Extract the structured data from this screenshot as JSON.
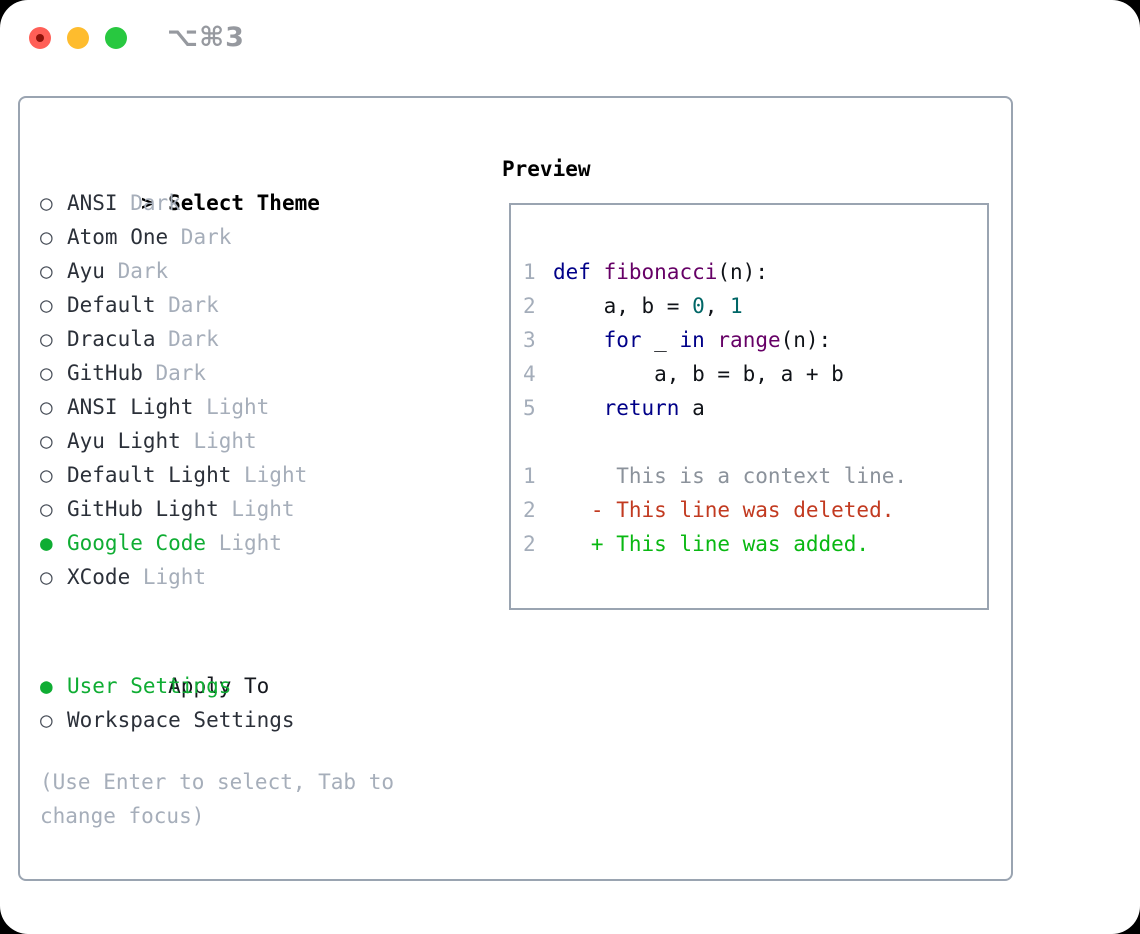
{
  "titlebar": {
    "shortcut": "⌥⌘3",
    "buttons": [
      {
        "name": "close",
        "color": "#ff5f57"
      },
      {
        "name": "minimize",
        "color": "#febc2e"
      },
      {
        "name": "zoom",
        "color": "#28c840"
      }
    ]
  },
  "markers": {
    "selected": "●",
    "unselected": "○",
    "cursor": ">"
  },
  "theme_list": {
    "header": "Select Theme",
    "items": [
      {
        "name": "ANSI",
        "variant": "Dark",
        "selected": false
      },
      {
        "name": "Atom One",
        "variant": "Dark",
        "selected": false
      },
      {
        "name": "Ayu",
        "variant": "Dark",
        "selected": false
      },
      {
        "name": "Default",
        "variant": "Dark",
        "selected": false
      },
      {
        "name": "Dracula",
        "variant": "Dark",
        "selected": false
      },
      {
        "name": "GitHub",
        "variant": "Dark",
        "selected": false
      },
      {
        "name": "ANSI Light",
        "variant": "Light",
        "selected": false
      },
      {
        "name": "Ayu Light",
        "variant": "Light",
        "selected": false
      },
      {
        "name": "Default Light",
        "variant": "Light",
        "selected": false
      },
      {
        "name": "GitHub Light",
        "variant": "Light",
        "selected": false
      },
      {
        "name": "Google Code",
        "variant": "Light",
        "selected": true
      },
      {
        "name": "XCode",
        "variant": "Light",
        "selected": false
      }
    ]
  },
  "apply_to": {
    "header": "Apply To",
    "options": [
      {
        "label": "User Settings",
        "selected": true
      },
      {
        "label": "Workspace Settings",
        "selected": false
      }
    ]
  },
  "help": {
    "text": "(Use Enter to select, Tab to change focus)"
  },
  "preview": {
    "label": "Preview",
    "lines": [
      {
        "num": "1",
        "segments": [
          {
            "text": "def",
            "style": "keyword"
          },
          {
            "text": " ",
            "style": "plain"
          },
          {
            "text": "fibonacci",
            "style": "function"
          },
          {
            "text": "(n):",
            "style": "plain"
          }
        ]
      },
      {
        "num": "2",
        "segments": [
          {
            "text": "    a, b = ",
            "style": "plain"
          },
          {
            "text": "0",
            "style": "number"
          },
          {
            "text": ", ",
            "style": "plain"
          },
          {
            "text": "1",
            "style": "number"
          }
        ]
      },
      {
        "num": "3",
        "segments": [
          {
            "text": "    ",
            "style": "plain"
          },
          {
            "text": "for",
            "style": "keyword"
          },
          {
            "text": " _ ",
            "style": "plain"
          },
          {
            "text": "in",
            "style": "keyword"
          },
          {
            "text": " ",
            "style": "plain"
          },
          {
            "text": "range",
            "style": "function"
          },
          {
            "text": "(n):",
            "style": "plain"
          }
        ]
      },
      {
        "num": "4",
        "segments": [
          {
            "text": "        a, b = b, a + b",
            "style": "plain"
          }
        ]
      },
      {
        "num": "5",
        "segments": [
          {
            "text": "    ",
            "style": "plain"
          },
          {
            "text": "return",
            "style": "keyword"
          },
          {
            "text": " a",
            "style": "plain"
          }
        ]
      },
      {
        "num": "",
        "segments": []
      },
      {
        "num": "1",
        "segments": [
          {
            "text": "     This is a context line.",
            "style": "context"
          }
        ]
      },
      {
        "num": "2",
        "segments": [
          {
            "text": "   - This line was deleted.",
            "style": "deleted"
          }
        ]
      },
      {
        "num": "2",
        "segments": [
          {
            "text": "   + This line was added.",
            "style": "added"
          }
        ]
      }
    ]
  },
  "colors": {
    "accent_green": "#0fad33",
    "muted_gray": "#a6aeba",
    "border_gray": "#9aa4b1",
    "syntax_keyword": "#000088",
    "syntax_function": "#660066",
    "syntax_number": "#006666",
    "diff_context": "#8b929b",
    "diff_deleted": "#c23a20",
    "diff_added": "#09b812",
    "traffic_red": "#ff5f57",
    "traffic_yellow": "#febc2e",
    "traffic_green": "#28c840"
  }
}
